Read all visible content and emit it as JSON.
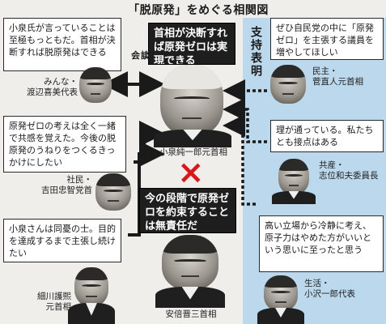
{
  "title": "「脱原発」をめぐる相関図",
  "center": {
    "quote": "首相が決断すれば原発ゼロは実現できる",
    "name": "小泉純一郎元首相"
  },
  "left": [
    {
      "quote": "小泉氏が言っていることは至極もっともだ。首相が決断すれば脱原発はできる",
      "name": "みんな・\n渡辺喜美代表"
    },
    {
      "quote": "原発ゼロの考えは全く一緒で共感を覚えた。今後の脱原発のうねりをつくるきっかけにしたい",
      "name": "社民・\n吉田忠智党首"
    },
    {
      "quote": "小泉さんは同憂の士。目的を達成するまで主張し続けたい",
      "name": "細川護熙\n元首相"
    }
  ],
  "right": [
    {
      "quote": "ぜひ自民党の中に「原発ゼロ」を主張する議員を増やしてほしい",
      "name": "民主・\n菅直人元首相"
    },
    {
      "quote": "理が通っている。私たちとも接点はある",
      "name": "共産・\n志位和夫委員長"
    },
    {
      "quote": "高い立場から冷静に考え、原子力はやめた方がいいという思いに至ったと思う",
      "name": "生活・\n小沢一郎代表"
    }
  ],
  "bottom": {
    "quote": "今の段階で原発ゼロを約束することは無責任だ",
    "name": "安倍晋三首相"
  },
  "relation_labels": {
    "meeting": "会談",
    "support": "支持表明",
    "oppose": "×"
  },
  "colors": {
    "right_panel": "#bcd8ec",
    "dark_bubble": "#1e1e1e",
    "cross": "#d7191c"
  }
}
